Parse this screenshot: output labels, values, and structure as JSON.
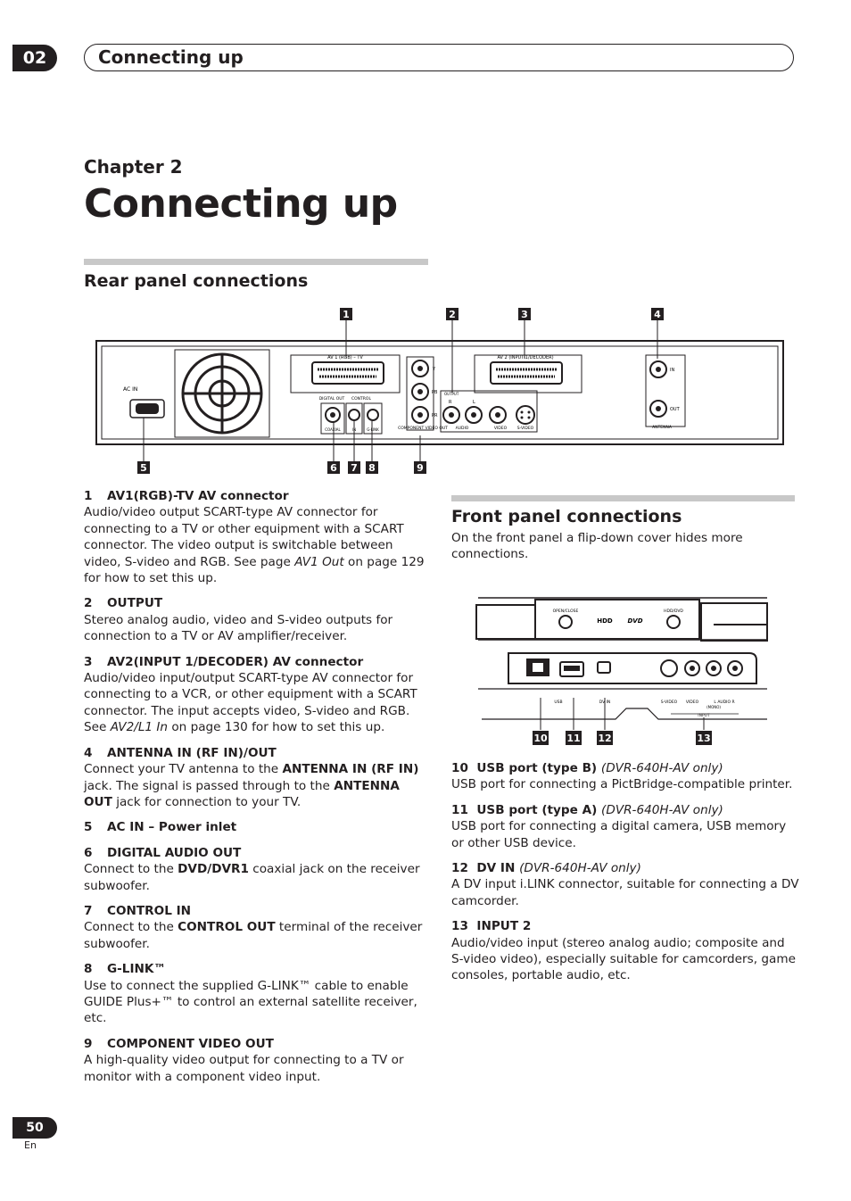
{
  "header": {
    "chapter_number": "02",
    "title": "Connecting up"
  },
  "chapter_label": "Chapter 2",
  "page_title": "Connecting up",
  "rear": {
    "heading": "Rear panel connections",
    "diagram": {
      "callouts": [
        "1",
        "2",
        "3",
        "4",
        "5",
        "6",
        "7",
        "8",
        "9"
      ],
      "labels": {
        "ac_in": "AC IN",
        "av1": "AV 1 (RGB) – TV",
        "av2": "AV 2 (INPUT 1/DECODER)",
        "digital_out": "DIGITAL OUT",
        "coaxial": "COAXIAL",
        "control": "CONTROL",
        "control_in": "IN",
        "glink": "G-LINK",
        "y": "Y",
        "pb": "PB",
        "pr": "PR",
        "component": "COMPONENT VIDEO OUT",
        "output": "OUTPUT",
        "r": "R",
        "l": "L",
        "audio": "AUDIO",
        "video": "VIDEO",
        "svideo": "S-VIDEO",
        "in": "IN",
        "out": "OUT",
        "antenna": "ANTENNA"
      }
    },
    "items": [
      {
        "num": "1",
        "title": "AV1(RGB)-TV AV connector",
        "desc": [
          "Audio/video output SCART-type AV connector for connecting to a TV or other equipment with a SCART connector. The video output is switchable between video, S-video and RGB. See page ",
          "AV1 Out",
          " on page 129 for how to set this up."
        ]
      },
      {
        "num": "2",
        "title": "OUTPUT",
        "desc": [
          "Stereo analog audio, video and S-video outputs for connection to a TV or AV amplifier/receiver."
        ]
      },
      {
        "num": "3",
        "title": "AV2(INPUT 1/DECODER) AV connector",
        "desc": [
          "Audio/video input/output SCART-type AV connector for connecting to a VCR, or other equipment with a SCART connector. The input accepts video, S-video and RGB. See ",
          "AV2/L1 In",
          " on page 130 for how to set this up."
        ]
      },
      {
        "num": "4",
        "title": "ANTENNA IN (RF IN)/OUT",
        "desc": [
          "Connect your TV antenna to the ",
          "ANTENNA IN (RF IN)",
          " jack. The signal is passed through to the ",
          "ANTENNA OUT",
          " jack for connection to your TV."
        ]
      },
      {
        "num": "5",
        "title": "AC IN – Power inlet",
        "desc": []
      },
      {
        "num": "6",
        "title": "DIGITAL AUDIO OUT",
        "desc": [
          "Connect to the ",
          "DVD/DVR1",
          " coaxial jack on the receiver subwoofer."
        ]
      },
      {
        "num": "7",
        "title": "CONTROL IN",
        "desc": [
          "Connect to the ",
          "CONTROL OUT",
          " terminal of the receiver subwoofer."
        ]
      },
      {
        "num": "8",
        "title": "G-LINK™",
        "desc": [
          "Use to connect the supplied G-LINK™ cable to enable GUIDE Plus+™ to control an external satellite receiver, etc."
        ]
      },
      {
        "num": "9",
        "title": "COMPONENT VIDEO OUT",
        "desc": [
          "A high-quality video output for connecting to a TV or monitor with a component video input."
        ]
      }
    ]
  },
  "front": {
    "heading": "Front panel connections",
    "intro": "On the front panel a flip-down cover hides more connections.",
    "diagram": {
      "callouts": [
        "10",
        "11",
        "12",
        "13"
      ],
      "labels": {
        "open_close": "OPEN/CLOSE",
        "hdd_dvd": "HDD/DVD",
        "hdd": "HDD",
        "dvd": "DVD",
        "usb": "USB",
        "dv_in": "DV IN",
        "svideo": "S-VIDEO",
        "video": "VIDEO",
        "audio": "L AUDIO R",
        "mono": "(MONO)",
        "input": "INPUT"
      }
    },
    "items": [
      {
        "num": "10",
        "title": "USB port (type B)",
        "note": "(DVR-640H-AV only)",
        "desc": "USB port for connecting a PictBridge-compatible printer."
      },
      {
        "num": "11",
        "title": "USB port (type A)",
        "note": "(DVR-640H-AV only)",
        "desc": "USB port for connecting a digital camera, USB memory or other USB device."
      },
      {
        "num": "12",
        "title": "DV IN",
        "note": "(DVR-640H-AV only)",
        "desc": "A DV input i.LINK connector, suitable for connecting a DV camcorder."
      },
      {
        "num": "13",
        "title": "INPUT 2",
        "note": "",
        "desc": "Audio/video input (stereo analog audio; composite and S-video video), especially suitable for camcorders, game consoles, portable audio, etc."
      }
    ]
  },
  "footer": {
    "page_number": "50",
    "lang": "En"
  },
  "colors": {
    "ink": "#231f20",
    "rule": "#c8c8c8"
  }
}
